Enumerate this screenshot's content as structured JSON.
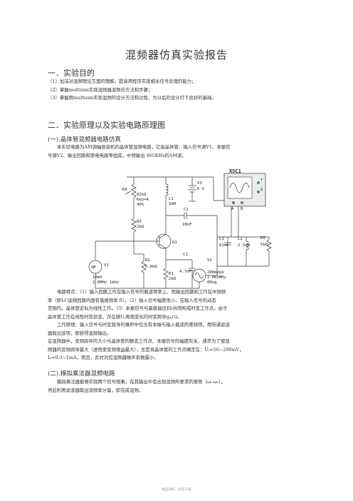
{
  "doc": {
    "dot": ".",
    "title": "混频器仿真实验报告",
    "sec1_title": "一．实验目的",
    "sec1_items": [
      "（1）加深对混频理论方面的理解，提高用程序实现相关信号处理的能力；",
      "（2）掌握multisim实现混频器混频的方法和步骤；",
      "（3）掌握用multisim实现混频的设计方法和过程，为以后的设计打下良好的基础。"
    ],
    "sec2_title": "二．实验原理以及实验电路原理图",
    "sub1_title": "(一).晶体管混频器电路仿真",
    "sub1_intro": [
      "本实验电路为AM调幅收音机的晶体管混频电路，它由晶体管、输入信号源V1、本振信",
      "号源V2、输出回路和馈电电路等组成，中频输出 465KHz的AM波。"
    ],
    "features": [
      "电路特点：（1）输入回路工作在输入信号的载波频率上，而输出回路则工作在中频频",
      "率（即LC选频回路的固有谐振频率 fi）。（2）输入信号幅度很小，在输入信号的动态",
      "范围内，晶体管近似为线性工作。（3）本振信号与基极偏压Eb共同构成时变工作点。由于",
      "晶体管工作在线性时变状态，存在随Uₗ周期变化的时变跨导gₘ(t)。",
      "工作原理：输入信号与时变跨导的乘积中包含有本振与输入载波的差频项，用带通滤波",
      "器取出该项，即获得混频输出。",
      "在混频器中，变频跨导的大小与晶体管的静态工作点、本振信号的幅度有关，通常为了使混",
      "频器的变频跨导最大（进而使变频增益最大），总是将晶体管的工作点确定在：Uₗ=50~200mV，",
      "Iₑ=0.3~1mA，而且，此时对应混频器噪声系数最小。"
    ],
    "sub2_title": "(二).模拟乘法器混频电路",
    "sub2_text": [
      "模拟乘法器能够实现两个信号相乘，在其输出中会出现混频所要求的差频（ωₗ-ωₛ），",
      "然后利用滤波器取出该频率分量，即完成混频。"
    ],
    "footer": "精选资料，欢迎下载"
  },
  "schematic": {
    "xsc": "XSC1",
    "R4": [
      "R4",
      "82kΩ",
      "Key=A",
      "40%"
    ],
    "L1": [
      "L1",
      "1mH"
    ],
    "V3": [
      "V3",
      "6 V"
    ],
    "R3": [
      "R3",
      "2kΩ"
    ],
    "C2": [
      "C2",
      "10nF"
    ],
    "Q1": "Q1",
    "C3": [
      "C3",
      "61nF"
    ],
    "L2": [
      "L2",
      "2.3uH"
    ],
    "R5": [
      "R5",
      "5kΩ"
    ],
    "R2": [
      "R2",
      "6.8kΩ"
    ],
    "C1": [
      "C1",
      "4.7nF"
    ],
    "R1": [
      "R1",
      "2kΩ"
    ],
    "V1": [
      "V1",
      "10mV",
      "1.6MHz 1kHz"
    ],
    "V1_sym": "AM",
    "V2": [
      "V2",
      "200mVpk",
      "2.065MHz",
      "0Deg"
    ],
    "scope_pins": [
      "A",
      "B",
      "G",
      "T"
    ]
  }
}
